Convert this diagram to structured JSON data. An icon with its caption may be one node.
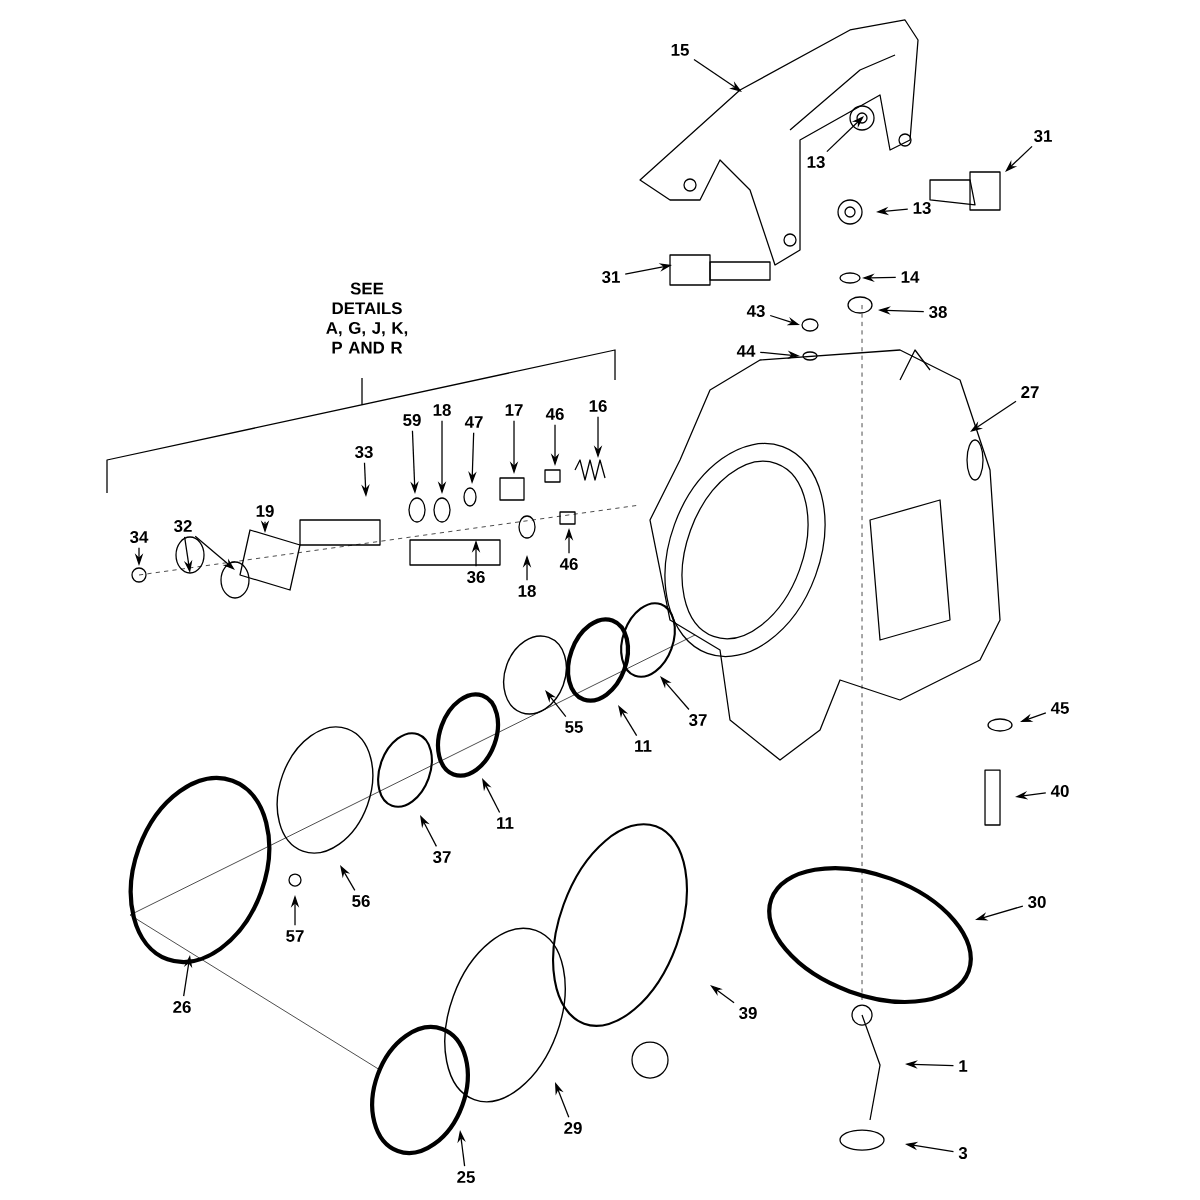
{
  "diagram": {
    "nodes": [
      {
        "text": [
          "15"
        ]
      },
      {
        "text": [
          "13"
        ]
      },
      {
        "text": [
          "31"
        ]
      },
      {
        "text": [
          "13"
        ]
      },
      {
        "text": [
          "31"
        ]
      },
      {
        "text": [
          "14"
        ]
      },
      {
        "text": [
          "38"
        ]
      },
      {
        "text": [
          "43"
        ]
      },
      {
        "text": [
          "44"
        ]
      },
      {
        "text": [
          "27"
        ]
      },
      {
        "text": [
          "59"
        ]
      },
      {
        "text": [
          "18"
        ]
      },
      {
        "text": [
          "47"
        ]
      },
      {
        "text": [
          "17"
        ]
      },
      {
        "text": [
          "46"
        ]
      },
      {
        "text": [
          "16"
        ]
      },
      {
        "text": [
          "33"
        ]
      },
      {
        "text": [
          "32"
        ]
      },
      {
        "text": [
          "19"
        ]
      },
      {
        "text": [
          "34"
        ]
      },
      {
        "text": [
          "36"
        ]
      },
      {
        "text": [
          "18"
        ]
      },
      {
        "text": [
          "46"
        ]
      },
      {
        "text": [
          "37"
        ]
      },
      {
        "text": [
          "11"
        ]
      },
      {
        "text": [
          "55"
        ]
      },
      {
        "text": [
          "37"
        ]
      },
      {
        "text": [
          "11"
        ]
      },
      {
        "text": [
          "56"
        ]
      },
      {
        "text": [
          "57"
        ]
      },
      {
        "text": [
          "26"
        ]
      },
      {
        "text": [
          "45"
        ]
      },
      {
        "text": [
          "40"
        ]
      },
      {
        "text": [
          "30"
        ]
      },
      {
        "text": [
          "39"
        ]
      },
      {
        "text": [
          "29"
        ]
      },
      {
        "text": [
          "25"
        ]
      },
      {
        "text": [
          "1"
        ]
      },
      {
        "text": [
          "3"
        ]
      }
    ],
    "edges": [
      {
        "from": 0,
        "to": null,
        "arrow": "to"
      },
      {
        "from": 1,
        "to": null,
        "arrow": "to"
      },
      {
        "from": 2,
        "to": null,
        "arrow": "to"
      },
      {
        "from": 3,
        "to": null,
        "arrow": "to"
      },
      {
        "from": 4,
        "to": null,
        "arrow": "to"
      },
      {
        "from": 5,
        "to": null,
        "arrow": "to"
      },
      {
        "from": 6,
        "to": null,
        "arrow": "to"
      },
      {
        "from": 7,
        "to": null,
        "arrow": "to"
      },
      {
        "from": 8,
        "to": null,
        "arrow": "to"
      },
      {
        "from": 9,
        "to": null,
        "arrow": "to"
      },
      {
        "from": 10,
        "to": null,
        "arrow": "to"
      },
      {
        "from": 11,
        "to": null,
        "arrow": "to"
      },
      {
        "from": 12,
        "to": null,
        "arrow": "to"
      },
      {
        "from": 13,
        "to": null,
        "arrow": "to"
      },
      {
        "from": 14,
        "to": null,
        "arrow": "to"
      },
      {
        "from": 15,
        "to": null,
        "arrow": "to"
      },
      {
        "from": 16,
        "to": null,
        "arrow": "to"
      },
      {
        "from": 17,
        "to": null,
        "arrow": "to"
      },
      {
        "from": 17,
        "to": null,
        "arrow": "to"
      },
      {
        "from": 18,
        "to": null,
        "arrow": "to"
      },
      {
        "from": 19,
        "to": null,
        "arrow": "to"
      },
      {
        "from": 20,
        "to": null,
        "arrow": "to"
      },
      {
        "from": 21,
        "to": null,
        "arrow": "to"
      },
      {
        "from": 22,
        "to": null,
        "arrow": "to"
      },
      {
        "from": 23,
        "to": null,
        "arrow": "to"
      },
      {
        "from": 24,
        "to": null,
        "arrow": "to"
      },
      {
        "from": 25,
        "to": null,
        "arrow": "to"
      },
      {
        "from": 26,
        "to": null,
        "arrow": "to"
      },
      {
        "from": 27,
        "to": null,
        "arrow": "to"
      },
      {
        "from": 28,
        "to": null,
        "arrow": "to"
      },
      {
        "from": 29,
        "to": null,
        "arrow": "to"
      },
      {
        "from": 30,
        "to": null,
        "arrow": "to"
      },
      {
        "from": 31,
        "to": null,
        "arrow": "to"
      },
      {
        "from": 32,
        "to": null,
        "arrow": "to"
      },
      {
        "from": 33,
        "to": null,
        "arrow": "to"
      },
      {
        "from": 34,
        "to": null,
        "arrow": "to"
      },
      {
        "from": 35,
        "to": null,
        "arrow": "to"
      },
      {
        "from": 36,
        "to": null,
        "arrow": "to"
      },
      {
        "from": 37,
        "to": null,
        "arrow": "to"
      },
      {
        "from": 38,
        "to": null,
        "arrow": "to"
      }
    ],
    "labels": [
      "SEE DETAILS A, G, J, K, P AND R"
    ]
  }
}
